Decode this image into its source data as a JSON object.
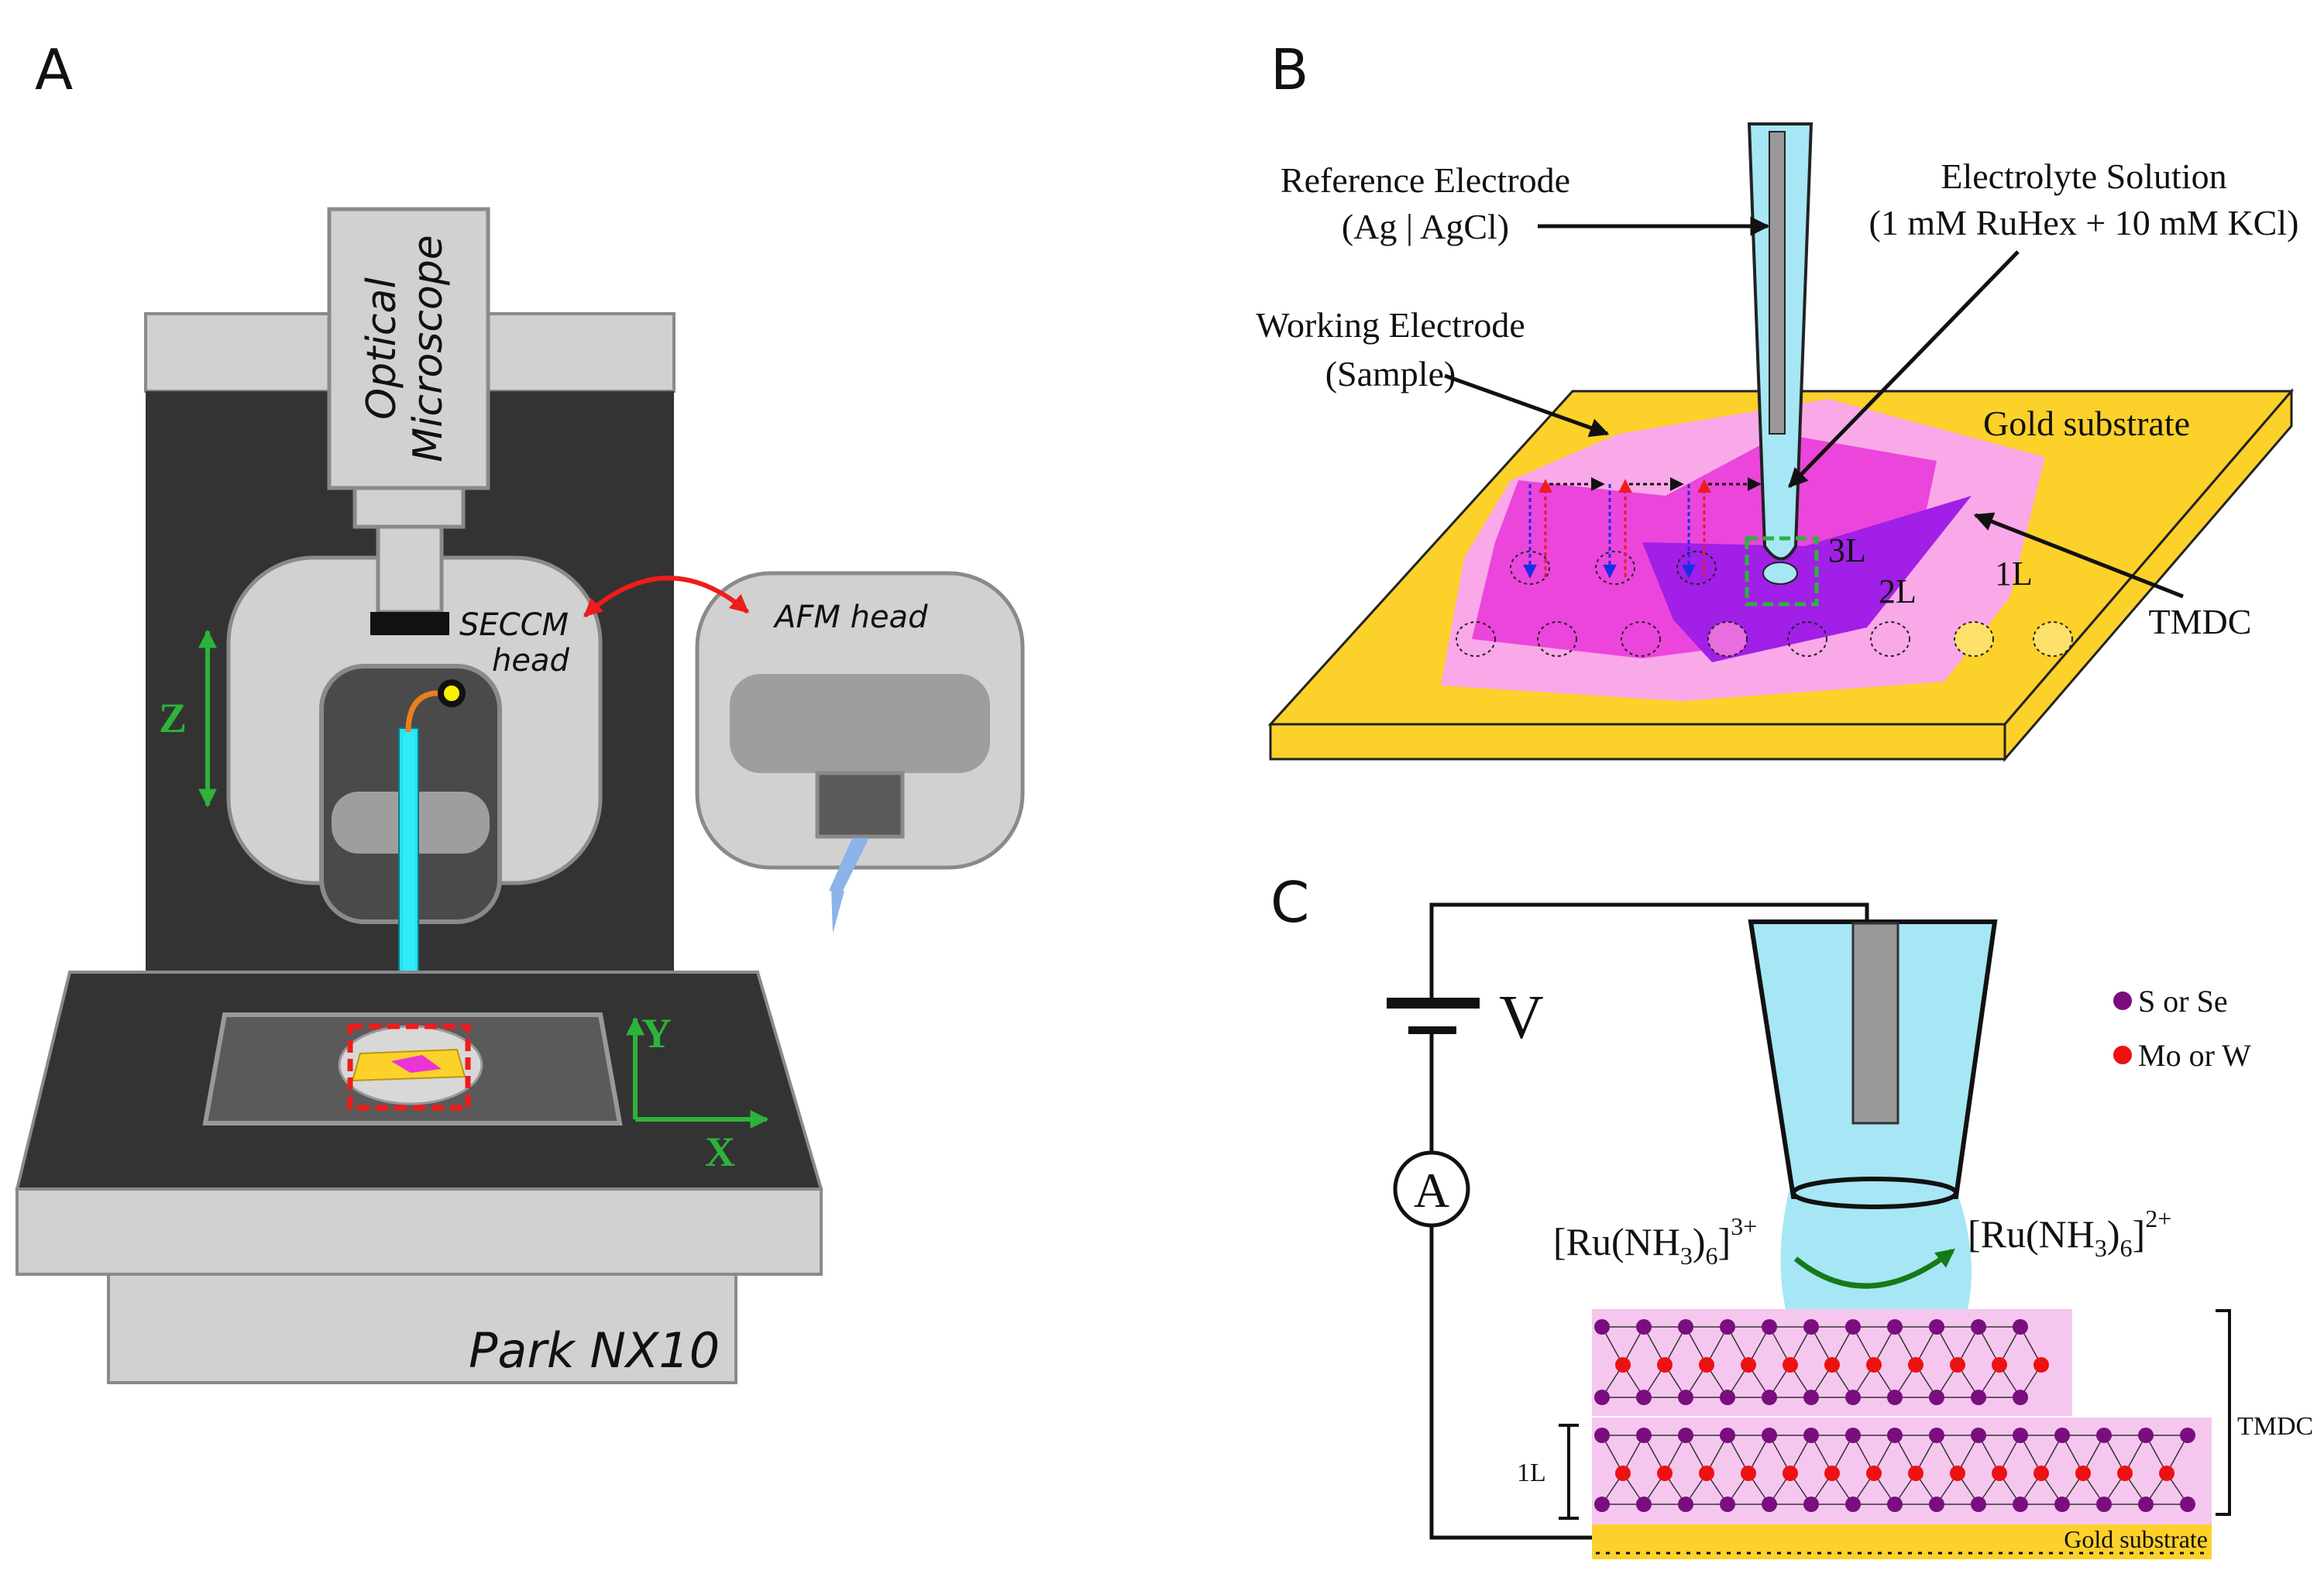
{
  "panels": {
    "a": {
      "label": "A",
      "optical_microscope_line1": "Optical",
      "optical_microscope_line2": "Microscope",
      "seccm_head_line1": "SECCM",
      "seccm_head_line2": "head",
      "afm_head": "AFM head",
      "axis_z": "Z",
      "axis_y": "Y",
      "axis_x": "X",
      "instrument": "Park NX10"
    },
    "b": {
      "label": "B",
      "reference_electrode_line1": "Reference Electrode",
      "reference_electrode_line2": "(Ag | AgCl)",
      "electrolyte_line1": "Electrolyte Solution",
      "electrolyte_line2": "(1 mM RuHex + 10 mM KCl)",
      "working_electrode_line1": "Working Electrode",
      "working_electrode_line2": "(Sample)",
      "gold_substrate": "Gold substrate",
      "layer_3l": "3L",
      "layer_2l": "2L",
      "layer_1l": "1L",
      "tmdc": "TMDC"
    },
    "c": {
      "label": "C",
      "voltage": "V",
      "ammeter": "A",
      "legend_s": "S or Se",
      "legend_mo": "Mo or W",
      "reactant_base": "[Ru(NH",
      "reactant_sub1": "3",
      "reactant_close": ")",
      "reactant_sub2": "6",
      "reactant_bracket": "]",
      "reactant_charge": "3+",
      "product_charge": "2+",
      "tmdc": "TMDC",
      "monolayer": "1L",
      "gold_substrate": "Gold substrate"
    }
  },
  "colors": {
    "gold": "#fcd12a",
    "pink_light": "#f9a8e8",
    "magenta": "#e934d8",
    "purple": "#a11fe6",
    "cyan_tip": "#22e3f0",
    "electrolyte": "#a6e6f5",
    "dark_panel": "#333333",
    "light_gray": "#d1d1d1",
    "red_arrow": "#ee1c1c",
    "green_axis": "#2db33a",
    "atom_s": "#7a0e7f",
    "atom_mo": "#ee1111"
  }
}
